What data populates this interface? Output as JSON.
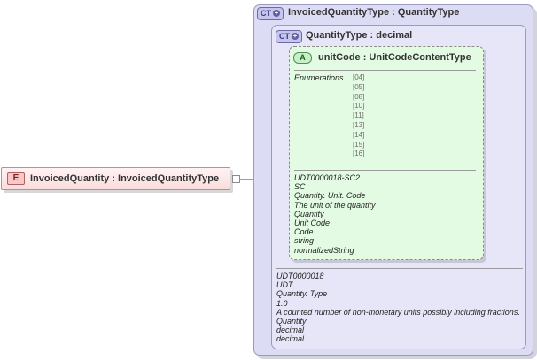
{
  "element": {
    "badge": "E",
    "title": "InvoicedQuantity : InvoicedQuantityType"
  },
  "outer_type": {
    "badge": "CT",
    "title": "InvoicedQuantityType : QuantityType",
    "meta": [
      "UDT0000018",
      "UDT",
      "Quantity. Type",
      "1.0",
      "A counted number of non-monetary units possibly including fractions.",
      "Quantity",
      "decimal",
      "decimal"
    ]
  },
  "inner_type": {
    "badge": "CT",
    "title": "QuantityType : decimal"
  },
  "attribute": {
    "badge": "A",
    "title": "unitCode : UnitCodeContentType",
    "enumerations_label": "Enumerations",
    "enumerations": [
      "[04]",
      "[05]",
      "[08]",
      "[10]",
      "[11]",
      "[13]",
      "[14]",
      "[15]",
      "[16]",
      "..."
    ],
    "meta": [
      "UDT0000018-SC2",
      "SC",
      "Quantity. Unit. Code",
      "The unit of the quantity",
      "Quantity",
      "Unit Code",
      "Code",
      "string",
      "normalizedString"
    ]
  },
  "colors": {
    "element_fill": "#fbdcdc",
    "complex_type_fill": "#dcdcf5",
    "attribute_fill": "#e3fbe3",
    "connector": "#9b9bb5"
  },
  "icons": {
    "element": "element-badge-icon",
    "complex_type": "complex-type-badge-icon",
    "attribute": "attribute-badge-icon",
    "sequence": "sequence-connector-icon"
  }
}
